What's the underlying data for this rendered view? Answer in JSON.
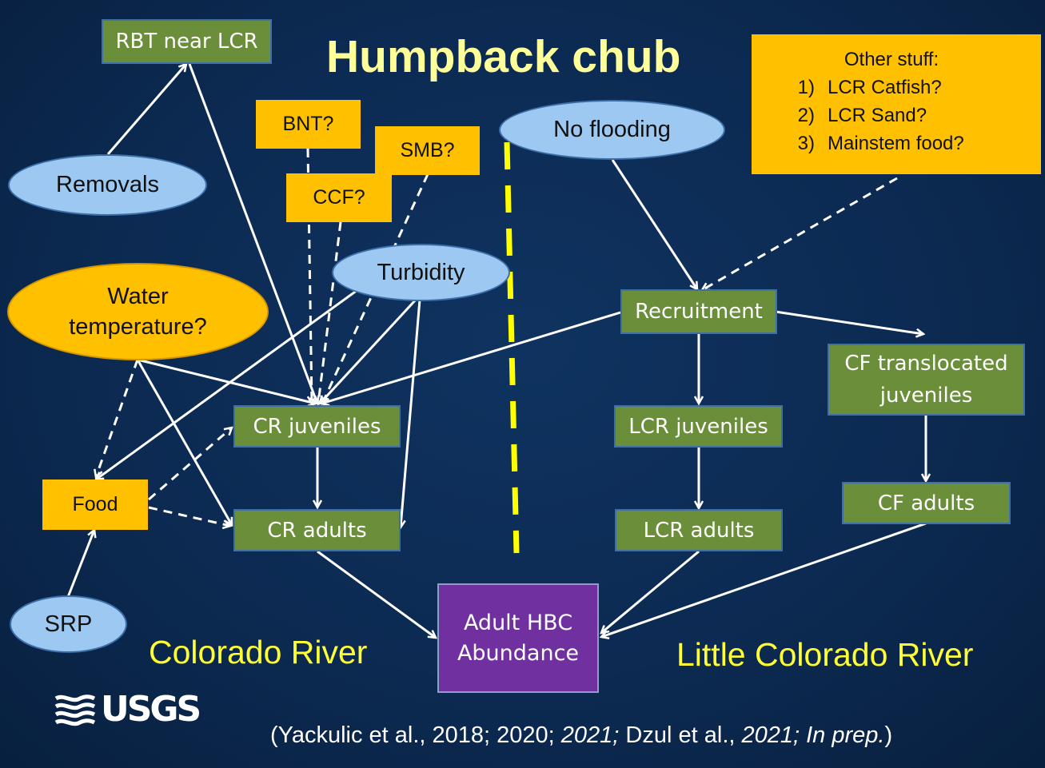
{
  "title": "Humpback chub",
  "nodes": {
    "rbt": "RBT near LCR",
    "removals": "Removals",
    "bnt": "BNT?",
    "smb": "SMB?",
    "ccf": "CCF?",
    "turbidity": "Turbidity",
    "water_temp": "Water temperature?",
    "no_flooding": "No flooding",
    "recruitment": "Recruitment",
    "cf_translocated": "CF translocated juveniles",
    "cr_juveniles": "CR juveniles",
    "lcr_juveniles": "LCR juveniles",
    "food": "Food",
    "cr_adults": "CR adults",
    "lcr_adults": "LCR adults",
    "cf_adults": "CF adults",
    "srp": "SRP",
    "adult_hbc_line1": "Adult HBC",
    "adult_hbc_line2": "Abundance"
  },
  "other_stuff": {
    "heading": "Other stuff:",
    "items": [
      {
        "num": "1)",
        "text": "LCR Catfish?"
      },
      {
        "num": "2)",
        "text": "LCR Sand?"
      },
      {
        "num": "3)",
        "text": "Mainstem food?"
      }
    ]
  },
  "regions": {
    "left": "Colorado River",
    "right": "Little Colorado River"
  },
  "logo": "USGS",
  "citation": {
    "p1": "(Yackulic et al., 2018; 2020; ",
    "p2": "2021;",
    "p3": " Dzul et al., ",
    "p4": "2021;  In prep.",
    "p5": ")"
  },
  "colors": {
    "green_box": "#6b8e3a",
    "orange_box": "#ffc000",
    "blue_ellipse": "#9cc8f2",
    "purple_box": "#7030a0",
    "divider": "#ffff00",
    "title": "#ffff99"
  }
}
